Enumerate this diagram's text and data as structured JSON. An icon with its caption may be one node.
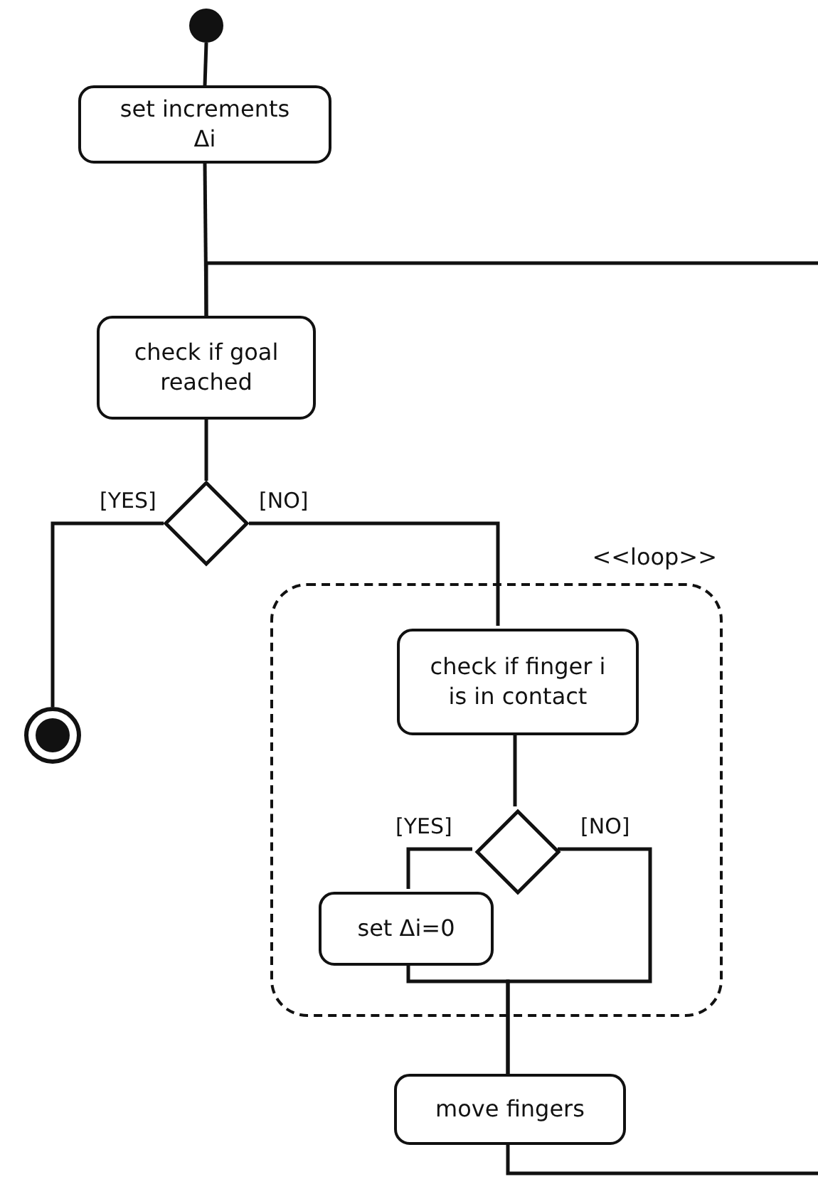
{
  "diagram": {
    "nodes": [
      {
        "text": [],
        "shape": "circle"
      },
      {
        "text": [
          "set increments Δi"
        ]
      },
      {
        "text": [
          "check if goal reached"
        ]
      },
      {
        "text": [],
        "shape": "diamond"
      },
      {
        "text": [],
        "shape": "bullseye"
      },
      {
        "text": [
          "<<loop>>"
        ]
      },
      {
        "text": [
          "check if finger i is in contact"
        ],
        "in": 5
      },
      {
        "text": [],
        "shape": "diamond",
        "in": 5
      },
      {
        "text": [
          "set Δi=0"
        ],
        "in": 5
      },
      {
        "text": [
          "move fingers"
        ]
      }
    ],
    "edges": [
      {
        "from": 0,
        "to": 1,
        "arrow": "none"
      },
      {
        "from": 1,
        "to": 2,
        "arrow": "none"
      },
      {
        "from": null,
        "to": 2,
        "arrow": "none"
      },
      {
        "from": 2,
        "to": 3,
        "arrow": "none"
      },
      {
        "from": 3,
        "to": 4,
        "arrow": "none",
        "label": "[YES]"
      },
      {
        "from": 3,
        "to": 6,
        "arrow": "none",
        "label": "[NO]"
      },
      {
        "from": 6,
        "to": 7,
        "arrow": "none"
      },
      {
        "from": 7,
        "to": 8,
        "arrow": "none",
        "label": "[YES]"
      },
      {
        "from": 7,
        "to": 9,
        "arrow": "none",
        "label": "[NO]"
      },
      {
        "from": 8,
        "to": 9,
        "arrow": "none"
      },
      {
        "from": 9,
        "to": null,
        "arrow": "none"
      }
    ]
  }
}
